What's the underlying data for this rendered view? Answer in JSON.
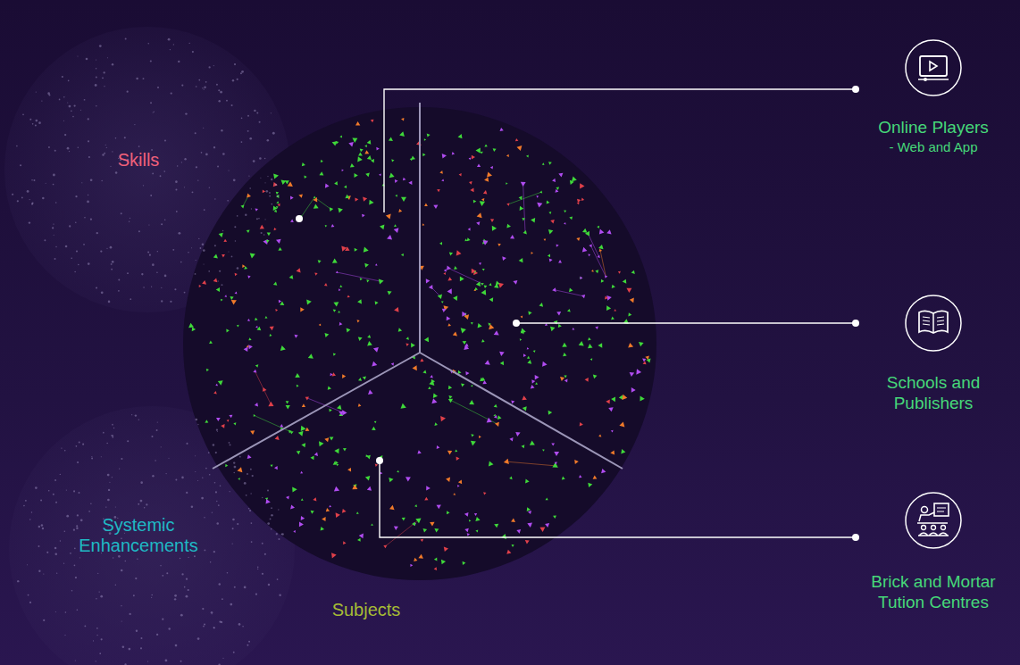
{
  "diagram": {
    "nodes": [
      {
        "text": [
          "Skills"
        ]
      },
      {
        "text": [
          "Systemic Enhancements"
        ]
      },
      {
        "text": [
          "Subjects"
        ]
      },
      {
        "text": [
          "Online Players",
          "- Web and App"
        ]
      },
      {
        "text": [
          "Schools and Publishers"
        ]
      },
      {
        "text": [
          "Brick and Mortar Tution Centres"
        ]
      }
    ],
    "edges": [
      {
        "from": 2,
        "to": 3,
        "arrow": "none"
      },
      {
        "from": 2,
        "to": 4,
        "arrow": "none"
      },
      {
        "from": 2,
        "to": 5,
        "arrow": "none"
      }
    ]
  }
}
